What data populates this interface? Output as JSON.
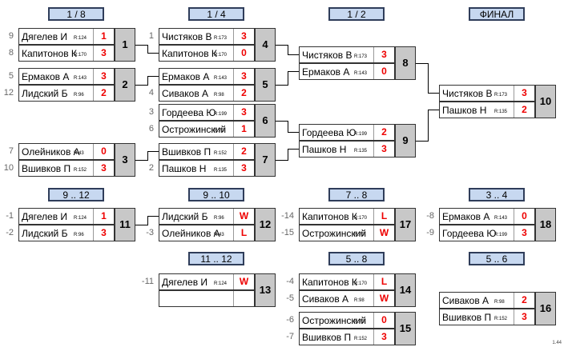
{
  "headers": [
    {
      "id": "h1",
      "label": "1 / 8"
    },
    {
      "id": "h2",
      "label": "1 / 4"
    },
    {
      "id": "h3",
      "label": "1 / 2"
    },
    {
      "id": "h4",
      "label": "ФИНАЛ"
    },
    {
      "id": "h5",
      "label": "9 .. 12"
    },
    {
      "id": "h6",
      "label": "9 .. 10"
    },
    {
      "id": "h7",
      "label": "7 .. 8"
    },
    {
      "id": "h8",
      "label": "3 .. 4"
    },
    {
      "id": "h9",
      "label": "11 .. 12"
    },
    {
      "id": "h10",
      "label": "5 .. 8"
    },
    {
      "id": "h11",
      "label": "5 .. 6"
    }
  ],
  "matches": [
    {
      "num": "1",
      "players": [
        {
          "seed": "9",
          "name": "Дягелев И",
          "rating": "R:124",
          "score": "1"
        },
        {
          "seed": "8",
          "name": "Капитонов К",
          "rating": "R:170",
          "score": "3"
        }
      ]
    },
    {
      "num": "2",
      "players": [
        {
          "seed": "5",
          "name": "Ермаков А",
          "rating": "R:143",
          "score": "3"
        },
        {
          "seed": "12",
          "name": "Лидский Б",
          "rating": "R:96",
          "score": "2"
        }
      ]
    },
    {
      "num": "3",
      "players": [
        {
          "seed": "7",
          "name": "Олейников А",
          "rating": "R:43",
          "score": "0"
        },
        {
          "seed": "10",
          "name": "Вшивков П",
          "rating": "R:152",
          "score": "3"
        }
      ]
    },
    {
      "num": "4",
      "players": [
        {
          "seed": "1",
          "name": "Чистяков В",
          "rating": "R:173",
          "score": "3"
        },
        {
          "seed": "",
          "name": "Капитонов К",
          "rating": "R:170",
          "score": "0"
        }
      ]
    },
    {
      "num": "5",
      "players": [
        {
          "seed": "",
          "name": "Ермаков А",
          "rating": "R:143",
          "score": "3"
        },
        {
          "seed": "4",
          "name": "Сиваков А",
          "rating": "R:98",
          "score": "2"
        }
      ]
    },
    {
      "num": "6",
      "players": [
        {
          "seed": "3",
          "name": "Гордеева Ю",
          "rating": "R:199",
          "score": "3"
        },
        {
          "seed": "6",
          "name": "Острожинский",
          "rating": "R:70",
          "score": "1"
        }
      ]
    },
    {
      "num": "7",
      "players": [
        {
          "seed": "",
          "name": "Вшивков П",
          "rating": "R:152",
          "score": "2"
        },
        {
          "seed": "2",
          "name": "Пашков Н",
          "rating": "R:135",
          "score": "3"
        }
      ]
    },
    {
      "num": "8",
      "players": [
        {
          "seed": "",
          "name": "Чистяков В",
          "rating": "R:173",
          "score": "3"
        },
        {
          "seed": "",
          "name": "Ермаков А",
          "rating": "R:143",
          "score": "0"
        }
      ]
    },
    {
      "num": "9",
      "players": [
        {
          "seed": "",
          "name": "Гордеева Ю",
          "rating": "R:199",
          "score": "2"
        },
        {
          "seed": "",
          "name": "Пашков Н",
          "rating": "R:135",
          "score": "3"
        }
      ]
    },
    {
      "num": "10",
      "players": [
        {
          "seed": "",
          "name": "Чистяков В",
          "rating": "R:173",
          "score": "3"
        },
        {
          "seed": "",
          "name": "Пашков Н",
          "rating": "R:135",
          "score": "2"
        }
      ]
    },
    {
      "num": "11",
      "players": [
        {
          "seed": "-1",
          "name": "Дягелев И",
          "rating": "R:124",
          "score": "1"
        },
        {
          "seed": "-2",
          "name": "Лидский Б",
          "rating": "R:96",
          "score": "3"
        }
      ]
    },
    {
      "num": "12",
      "players": [
        {
          "seed": "",
          "name": "Лидский Б",
          "rating": "R:96",
          "score": "W"
        },
        {
          "seed": "-3",
          "name": "Олейников А",
          "rating": "R:43",
          "score": "L"
        }
      ]
    },
    {
      "num": "13",
      "players": [
        {
          "seed": "-11",
          "name": "Дягелев И",
          "rating": "R:124",
          "score": "W"
        },
        {
          "seed": "",
          "name": "",
          "rating": "",
          "score": ""
        }
      ]
    },
    {
      "num": "14",
      "players": [
        {
          "seed": "-4",
          "name": "Капитонов К",
          "rating": "R:170",
          "score": "L"
        },
        {
          "seed": "-5",
          "name": "Сиваков А",
          "rating": "R:98",
          "score": "W"
        }
      ]
    },
    {
      "num": "15",
      "players": [
        {
          "seed": "-6",
          "name": "Острожинский",
          "rating": "R:70",
          "score": "0"
        },
        {
          "seed": "-7",
          "name": "Вшивков П",
          "rating": "R:152",
          "score": "3"
        }
      ]
    },
    {
      "num": "16",
      "players": [
        {
          "seed": "",
          "name": "Сиваков А",
          "rating": "R:98",
          "score": "2"
        },
        {
          "seed": "",
          "name": "Вшивков П",
          "rating": "R:152",
          "score": "3"
        }
      ]
    },
    {
      "num": "17",
      "players": [
        {
          "seed": "-14",
          "name": "Капитонов К",
          "rating": "R:170",
          "score": "L"
        },
        {
          "seed": "-15",
          "name": "Острожинский",
          "rating": "R:70",
          "score": "W"
        }
      ]
    },
    {
      "num": "18",
      "players": [
        {
          "seed": "-8",
          "name": "Ермаков А",
          "rating": "R:143",
          "score": "0"
        },
        {
          "seed": "-9",
          "name": "Гордеева Ю",
          "rating": "R:199",
          "score": "3"
        }
      ]
    }
  ],
  "version": "1.44"
}
